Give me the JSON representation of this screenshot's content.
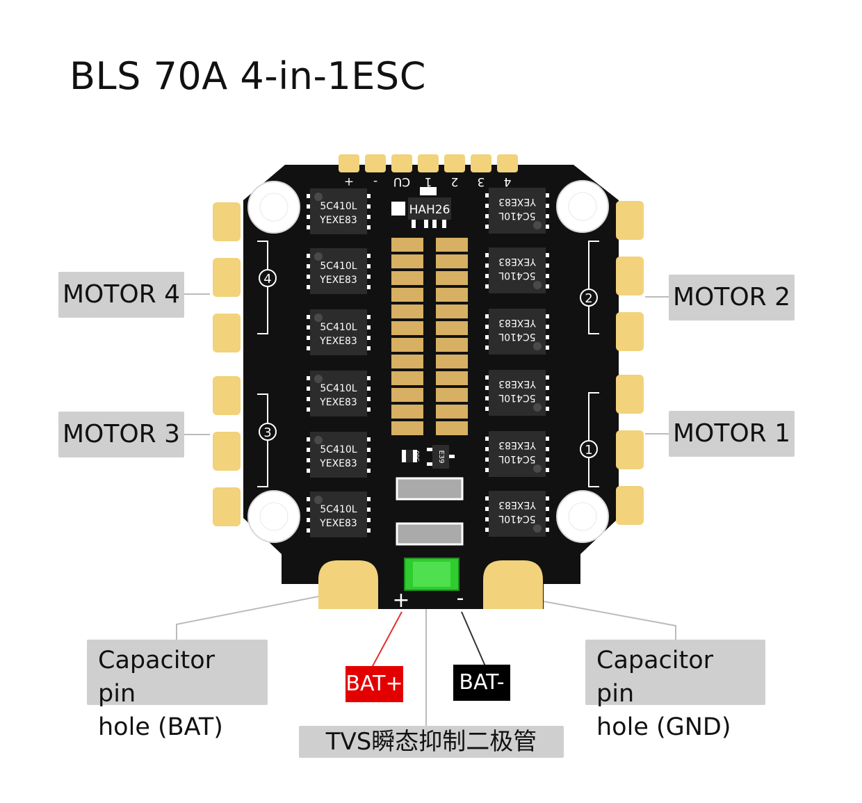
{
  "title": "BLS 70A 4-in-1ESC",
  "colors": {
    "board": "#111111",
    "pad_gold": "#f2d27a",
    "trace_gold": "#d7b063",
    "chip_body": "#2c2c2c",
    "label_bg": "#cfcfcf",
    "bat_plus_bg": "#e30000",
    "bat_minus_bg": "#000000",
    "tvs_green": "#2fcc2f",
    "leader_red": "#e03030"
  },
  "board": {
    "top_pin_labels": [
      "+",
      "-",
      "CU",
      "1",
      "2",
      "3",
      "4"
    ],
    "center_chip": "HAH26",
    "small_chip_left": "00C",
    "small_chip_right": "E39",
    "power_pad_plus": "+",
    "power_pad_minus": "-",
    "mosfet_line1": "5C410L",
    "mosfet_line2": "YEXE83",
    "group_markers": [
      "④",
      "③",
      "②",
      "①"
    ]
  },
  "labels": {
    "motor4": "MOTOR 4",
    "motor3": "MOTOR 3",
    "motor2": "MOTOR 2",
    "motor1": "MOTOR 1",
    "cap_bat_line1": "Capacitor pin",
    "cap_bat_line2": "hole (BAT)",
    "cap_gnd_line1": "Capacitor pin",
    "cap_gnd_line2": "hole (GND)",
    "bat_plus": "BAT+",
    "bat_minus": "BAT-",
    "tvs": "TVS瞬态抑制二极管"
  }
}
